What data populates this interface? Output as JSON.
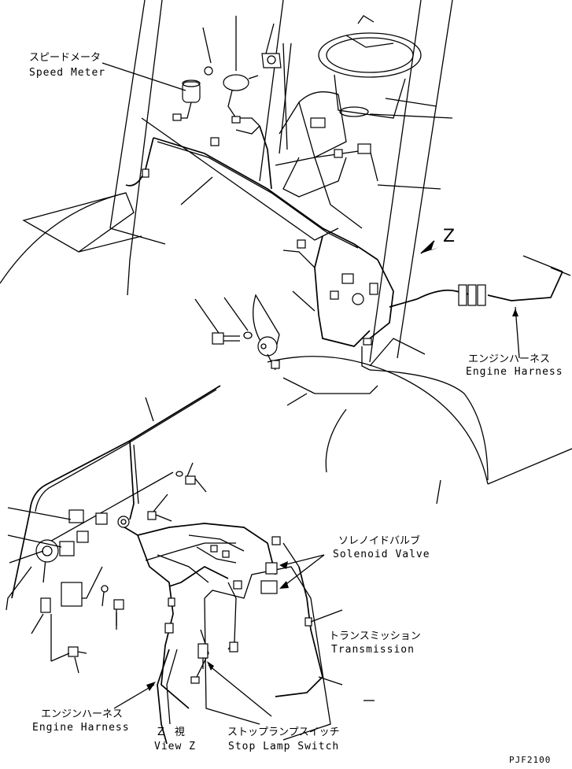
{
  "labels": {
    "speed_meter_jp": "スピードメータ",
    "speed_meter_en": "Speed Meter",
    "z_marker": "Z",
    "engine_harness_jp_right": "エンジンハーネス",
    "engine_harness_en_right": "Engine Harness",
    "solenoid_valve_jp": "ソレノイドバルブ",
    "solenoid_valve_en": "Solenoid Valve",
    "transmission_jp": "トランスミッション",
    "transmission_en": "Transmission",
    "engine_harness_jp_left": "エンジンハーネス",
    "engine_harness_en_left": "Engine Harness",
    "view_z_jp": "Z　視",
    "view_z_en": "View Z",
    "stop_lamp_switch_jp": "ストップランプスイッチ",
    "stop_lamp_switch_en": "Stop Lamp Switch",
    "drawing_code": "PJF2100"
  }
}
